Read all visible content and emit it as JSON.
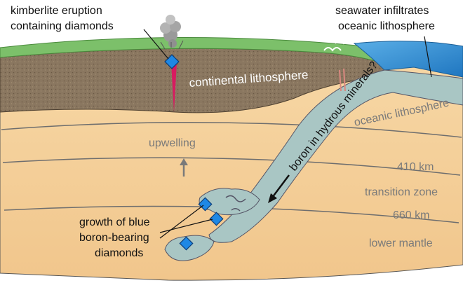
{
  "labels": {
    "kimberlite_line1": "kimberlite eruption",
    "kimberlite_line2": "containing diamonds",
    "seawater_line1": "seawater infiltrates",
    "seawater_line2": "oceanic lithosphere",
    "continental": "continental lithosphere",
    "oceanic": "oceanic lithosphere",
    "boron_minerals": "boron in hydrous minerals?",
    "upwelling": "upwelling",
    "depth_410": "410 km",
    "transition_zone": "transition zone",
    "depth_660": "660 km",
    "lower_mantle": "lower mantle",
    "growth_line1": "growth of blue",
    "growth_line2": "boron-bearing",
    "growth_line3": "diamonds"
  },
  "colors": {
    "land": "#7cc06a",
    "ocean": "#2f8fd0",
    "continental_crust": "#8c7a5f",
    "upper_mantle": "#f3cf9a",
    "slab": "#a9c6c4",
    "diamond": "#1e88e5",
    "magma": "#d81b60"
  }
}
